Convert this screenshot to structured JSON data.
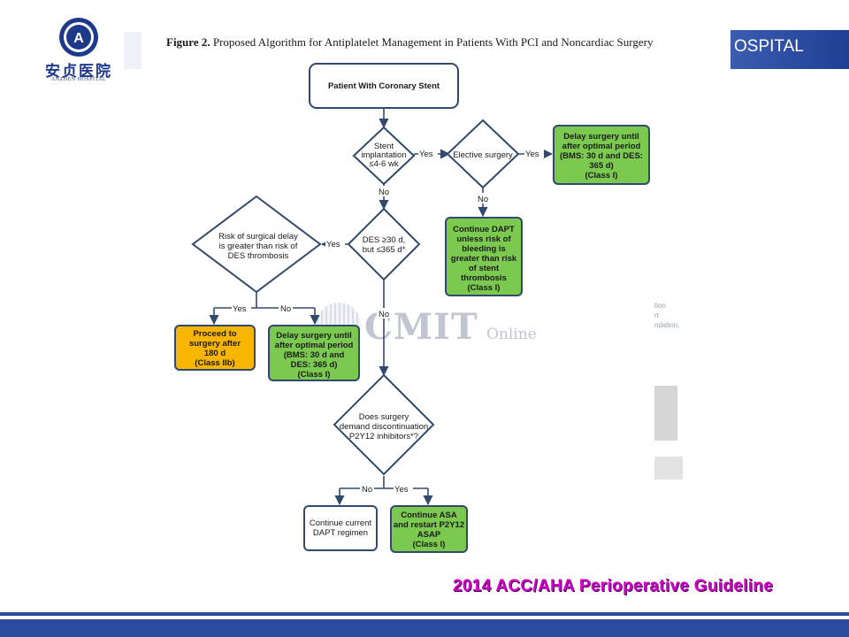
{
  "header": {
    "hospital_text": "OSPITAL",
    "logo_cn": "安贞医院",
    "logo_en": "ANZHEN HOSPITAL",
    "logo_badge": "A"
  },
  "figure": {
    "title_bold": "Figure 2.",
    "title_rest": " Proposed Algorithm for Antiplatelet Management in Patients With PCI and Noncardiac Surgery"
  },
  "nodes": {
    "start": [
      "Patient With Coronary Stent"
    ],
    "d_stent": [
      "Stent",
      "implantation",
      "≤4-6 wk"
    ],
    "d_elective": [
      "Elective surgery"
    ],
    "delay_top": [
      "Delay surgery until",
      "after optimal period",
      "(BMS: 30 d and DES:",
      "365 d)",
      "(Class I)"
    ],
    "continue_dapt": [
      "Continue DAPT",
      "unless risk of",
      "bleeding is",
      "greater than risk",
      "of stent",
      "thrombosis",
      "(Class I)"
    ],
    "d_des": [
      "DES ≥30 d,",
      "but ≤365 d*"
    ],
    "d_risk": [
      "Risk of surgical delay",
      "is greater than risk of",
      "DES thrombosis"
    ],
    "proceed": [
      "Proceed to",
      "surgery after",
      "180 d",
      "(Class IIb)"
    ],
    "delay_mid": [
      "Delay surgery until",
      "after optimal period",
      "(BMS: 30 d and",
      "DES: 365 d)",
      "(Class I)"
    ],
    "d_discont": [
      "Does surgery",
      "demand discontinuation",
      "P2Y12 inhibitors*?"
    ],
    "continue_current": [
      "Continue current",
      "DAPT regimen"
    ],
    "continue_asa": [
      "Continue ASA",
      "and restart P2Y12",
      "ASAP",
      "(Class I)"
    ]
  },
  "edges": {
    "yes": "Yes",
    "no": "No"
  },
  "watermark": {
    "main": "CMIT",
    "sub": "Online"
  },
  "ghost_text": [
    "tion",
    "rt",
    "ndation."
  ],
  "footer": {
    "guideline": "2014  ACC/AHA Perioperative Guideline"
  },
  "colors": {
    "brand_blue": "#2b4aa0",
    "node_green": "#7cc94f",
    "node_orange": "#f7b500",
    "node_border": "#2f4a6e",
    "guideline_magenta": "#d300c8"
  }
}
